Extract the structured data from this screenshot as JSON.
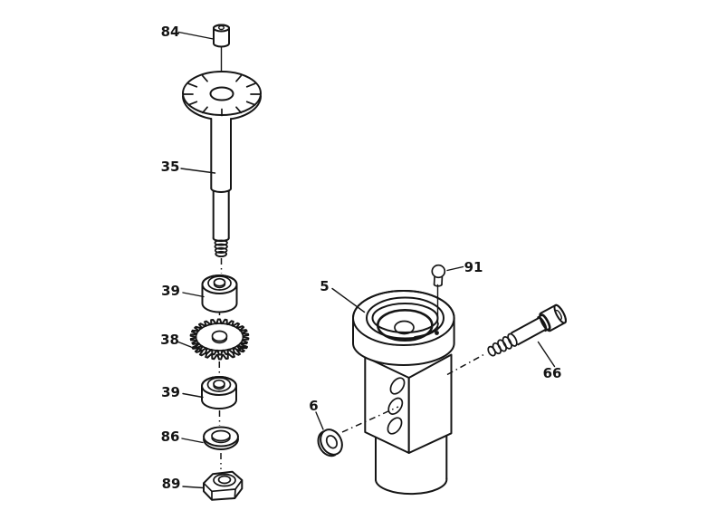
{
  "page": {
    "background": "#ffffff",
    "line_color": "#151515"
  },
  "parts": [
    {
      "ref": "84",
      "role": "knob-cap"
    },
    {
      "ref": "35",
      "role": "graduated-dial-shaft"
    },
    {
      "ref": "39",
      "role": "bushing-upper"
    },
    {
      "ref": "38",
      "role": "gear"
    },
    {
      "ref": "39",
      "role": "bushing-lower"
    },
    {
      "ref": "86",
      "role": "flat-washer"
    },
    {
      "ref": "89",
      "role": "hex-nut"
    },
    {
      "ref": "5",
      "role": "housing"
    },
    {
      "ref": "91",
      "role": "set-screw"
    },
    {
      "ref": "66",
      "role": "socket-head-cap-screw"
    },
    {
      "ref": "6",
      "role": "small-washer"
    }
  ]
}
